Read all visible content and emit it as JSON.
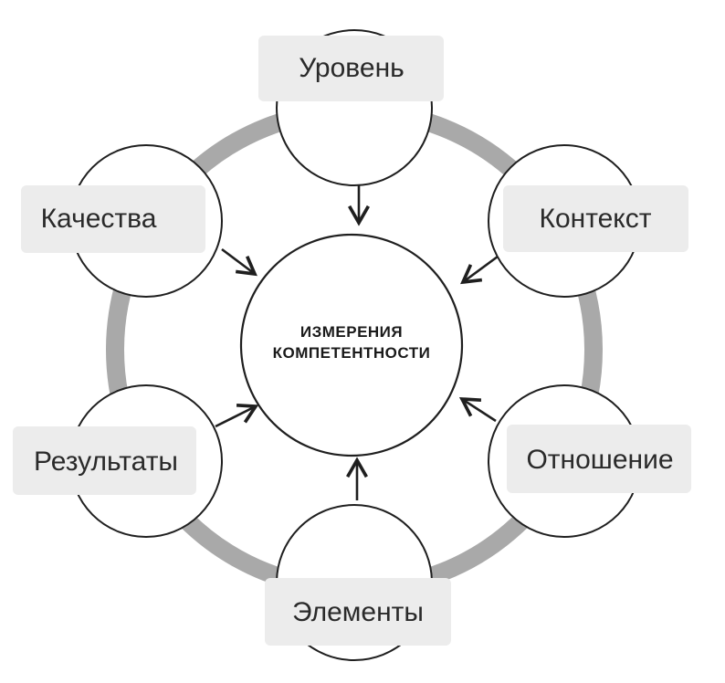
{
  "diagram": {
    "center": {
      "line1": "ИЗМЕРЕНИЯ",
      "line2": "КОМПЕТЕНТНОСТИ"
    },
    "nodes": {
      "top": "Уровень",
      "upper_right": "Контекст",
      "lower_right": "Отношение",
      "bottom": "Элементы",
      "lower_left": "Результаты",
      "upper_left": "Качества"
    },
    "colors": {
      "ring": "#a9a9a9",
      "label_box": "#ececec",
      "outline": "#1f1f1f"
    }
  }
}
